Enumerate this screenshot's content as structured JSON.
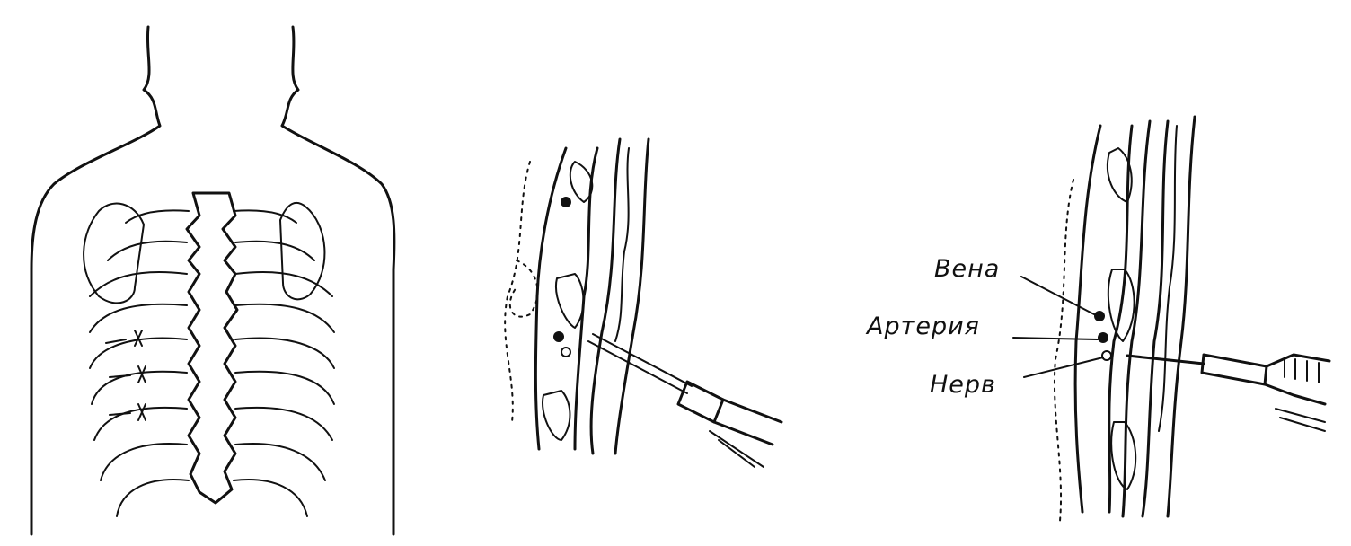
{
  "labels": {
    "vein": "Вена",
    "artery": "Артерия",
    "nerve": "Нерв"
  }
}
